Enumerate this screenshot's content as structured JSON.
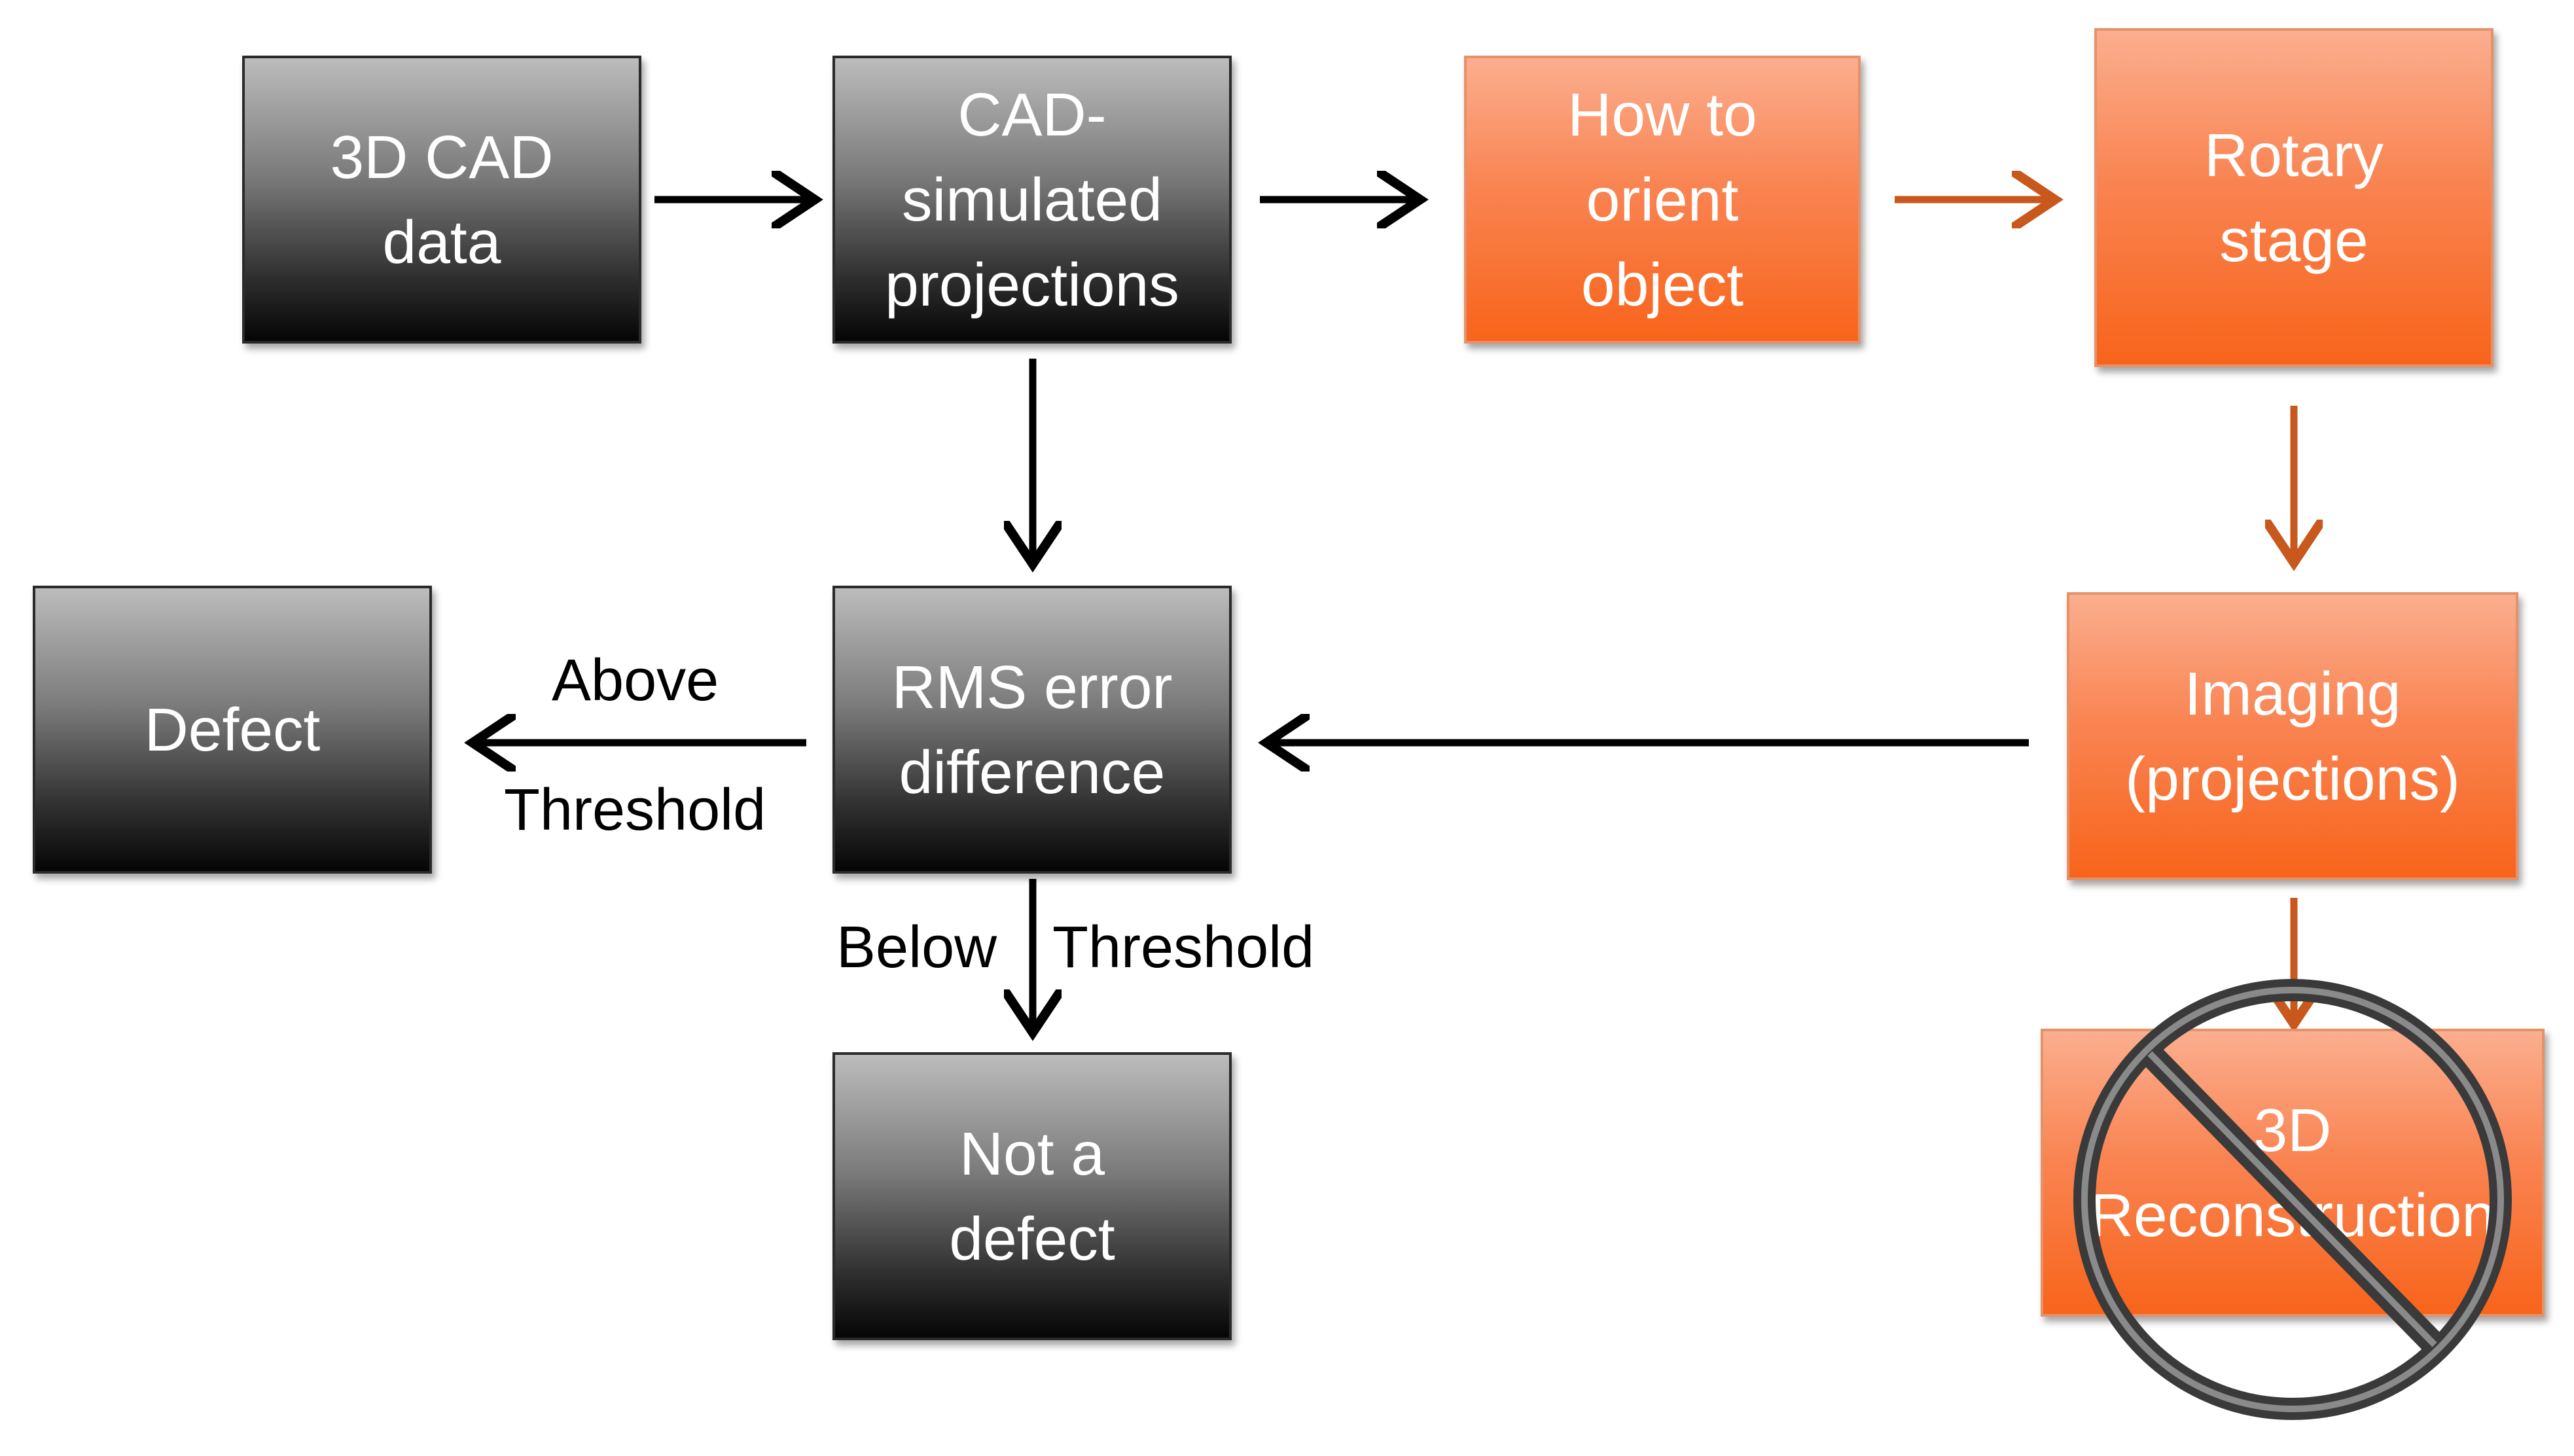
{
  "nodes": {
    "cad_data": "3D CAD\ndata",
    "cad_sim": "CAD-\nsimulated\nprojections",
    "orient": "How to\norient\nobject",
    "rotary": "Rotary\nstage",
    "defect": "Defect",
    "rms": "RMS error\ndifference",
    "imaging": "Imaging\n(projections)",
    "not_defect": "Not a\ndefect",
    "recon": "3D\nReconstruction"
  },
  "labels": {
    "above": "Above",
    "threshold_left": "Threshold",
    "below": "Below",
    "threshold_right": "Threshold"
  },
  "colors": {
    "gray_box": "#3a3a3a",
    "orange_box": "#f8701f",
    "black_arrow": "#000000",
    "orange_arrow": "#c8581c",
    "prohibition_ring": "#333333"
  }
}
